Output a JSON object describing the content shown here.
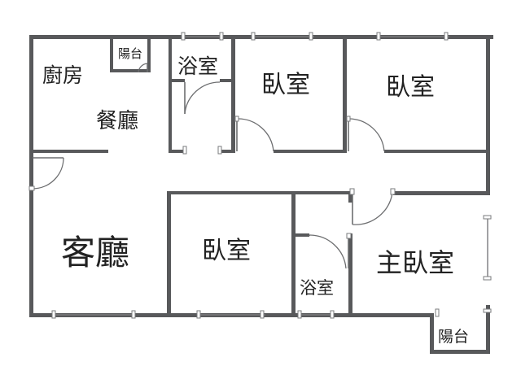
{
  "colors": {
    "wall": "#58595b",
    "window": "#7a7b7d",
    "door": "#6d6e70",
    "text": "#222222",
    "background": "#ffffff"
  },
  "rooms": {
    "kitchen": "廚房",
    "dining": "餐廳",
    "balcony_top": "陽台",
    "bathroom_top": "浴室",
    "bedroom_1": "臥室",
    "bedroom_2": "臥室",
    "living": "客廳",
    "bedroom_3": "臥室",
    "bathroom_bottom": "浴室",
    "master_bedroom": "主臥室",
    "balcony_bottom": "陽台"
  }
}
